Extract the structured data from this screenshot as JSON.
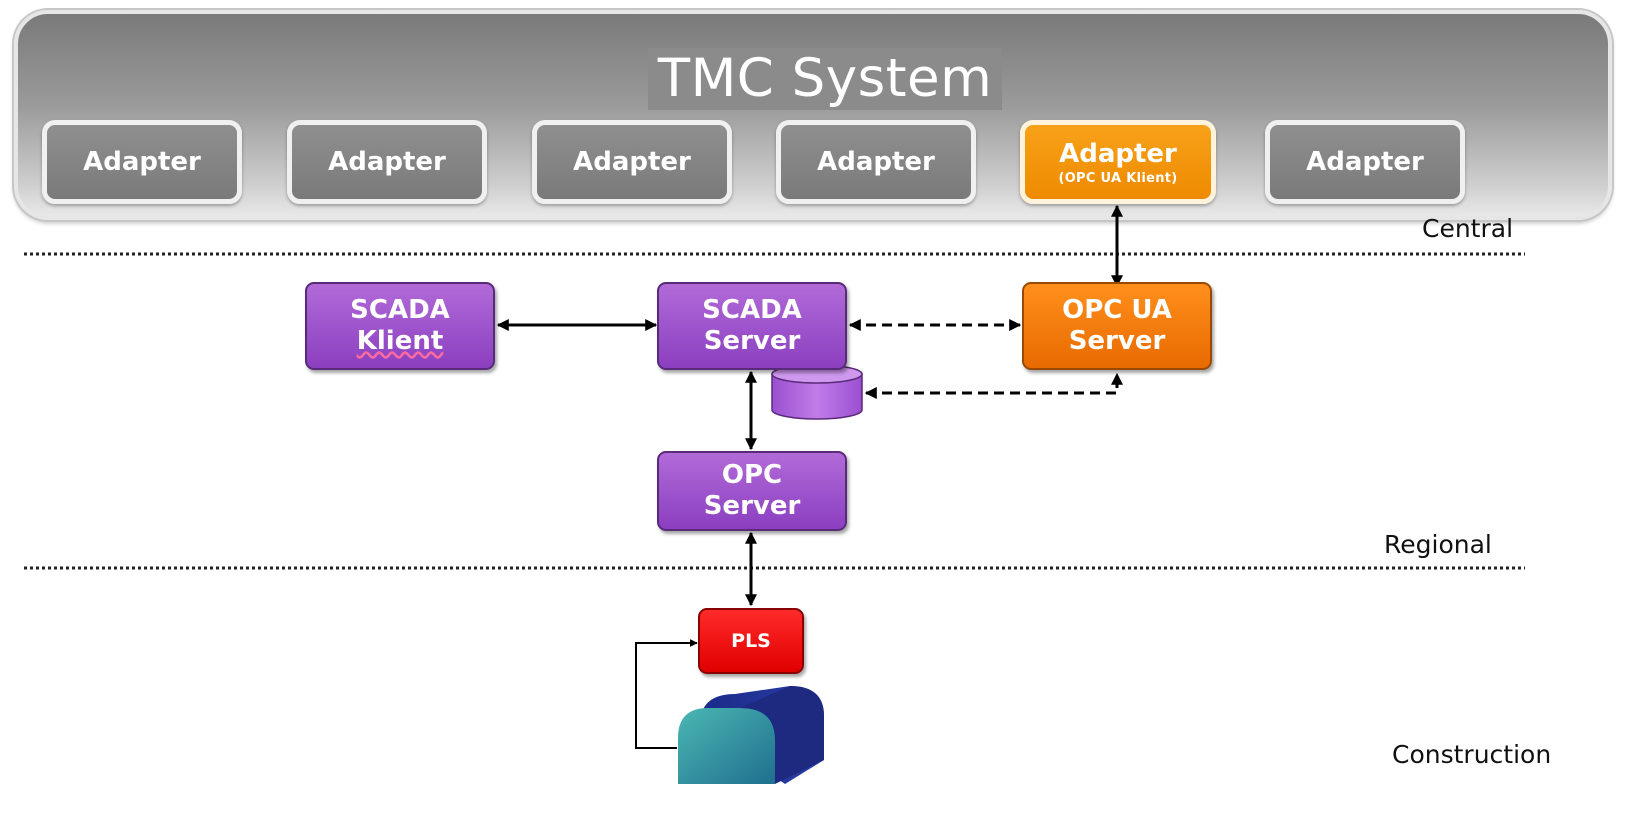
{
  "tmc": {
    "title": "TMC System",
    "adapters": [
      {
        "label": "Adapter",
        "sub": ""
      },
      {
        "label": "Adapter",
        "sub": ""
      },
      {
        "label": "Adapter",
        "sub": ""
      },
      {
        "label": "Adapter",
        "sub": ""
      },
      {
        "label": "Adapter",
        "sub": "(OPC UA Klient)"
      },
      {
        "label": "Adapter",
        "sub": ""
      }
    ]
  },
  "levels": {
    "central": "Central",
    "regional": "Regional",
    "construction": "Construction"
  },
  "nodes": {
    "scada_klient": {
      "line1": "SCADA",
      "line2": "Klient"
    },
    "scada_server": {
      "line1": "SCADA",
      "line2": "Server"
    },
    "opc_ua_server": {
      "line1": "OPC UA",
      "line2": "Server"
    },
    "opc_server": {
      "line1": "OPC",
      "line2": "Server"
    },
    "pls": {
      "label": "PLS"
    }
  },
  "colors": {
    "adapter_gray": "#808080",
    "adapter_orange": "#f59a12",
    "scada_purple": "#9c4fcd",
    "opc_ua_orange": "#f57a0a",
    "pls_red": "#f00000",
    "tunnel_blue": "#1f2f8a",
    "tunnel_teal": "#3aa6a6",
    "database_purple": "#b064e0"
  }
}
